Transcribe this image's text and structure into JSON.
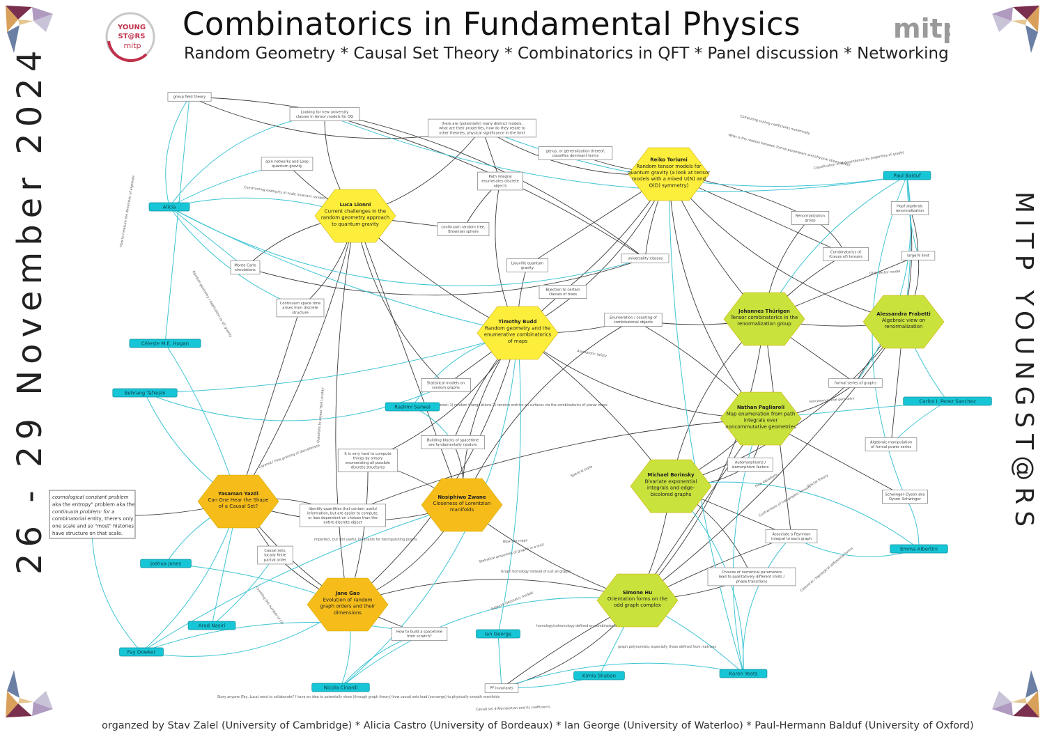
{
  "header": {
    "title": "Combinatorics in Fundamental Physics",
    "subtitle": "Random Geometry * Causal Set Theory * Combinatorics in QFT * Panel discussion * Networking",
    "dates": "26 - 29 November 2024",
    "side_label": "MITP YOUNGST@RS"
  },
  "logos": {
    "left_lines": [
      "YOUNG",
      "ST@RS",
      "mitp"
    ],
    "right": "mitp"
  },
  "footer": {
    "text": "organzed by  Stav Zalel (University of Cambridge)  *  Alicia Castro (University of Bordeaux)   *  Ian George (University of Waterloo)  *  Paul-Hermann Balduf (University of Oxford)"
  },
  "colors": {
    "hex_yellow": "#fcee3a",
    "hex_orange": "#f6bd1a",
    "hex_lime": "#c9e23c",
    "person": "#17c6d6",
    "edge_dark": "#3a3a3a",
    "edge_cyan": "#3ec4d4"
  },
  "speakers": [
    {
      "title": "Reiko Toriumi",
      "lines": [
        "Random tensor models for",
        "quantum gravity (a look at tensor",
        "models with a mixed U(N) and",
        "O(D) symmetry)"
      ]
    },
    {
      "title": "Luca Lionni",
      "lines": [
        "Current challenges in the",
        "random geometry approach",
        "to quantum gravity"
      ]
    },
    {
      "title": "Timothy Budd",
      "lines": [
        "Random geometry and the",
        "enumerative combinatorics",
        "of maps"
      ]
    },
    {
      "title": "Johannes Thürigen",
      "lines": [
        "Tensor combinatorics in the",
        "renormalization group"
      ]
    },
    {
      "title": "Alessandra Frabetti",
      "lines": [
        "Algebraic view on",
        "renormalization"
      ]
    },
    {
      "title": "Nathan Pagliaroli",
      "lines": [
        "Map enumeration from path",
        "integrals over",
        "noncommutative geometries"
      ]
    },
    {
      "title": "Michael Borinsky",
      "lines": [
        "Bivariate exponential",
        "integrals and edge-",
        "bicolored graphs"
      ]
    },
    {
      "title": "Simone Hu",
      "lines": [
        "Orientation forms on the",
        "odd graph complex"
      ]
    },
    {
      "title": "Yasaman Yazdi",
      "lines": [
        "Can One Hear the Shape",
        "of a Causal Set?"
      ]
    },
    {
      "title": "Nosiphiwo Zwane",
      "lines": [
        "Closeness of Lorentzian",
        "manifolds"
      ]
    },
    {
      "title": "Jane Gao",
      "lines": [
        "Evolution of random",
        "graph orders and their",
        "dimensions"
      ]
    }
  ],
  "people": [
    "Alicia",
    "Paul Balduf",
    "Céleste M.E. Hogan",
    "Behrang Tafreshi",
    "Rashmi Sarwal",
    "Carlos I. Perez Sanchez",
    "Emma Albertini",
    "Joshua Jones",
    "Arad Nasiri",
    "Fay Dowker",
    "Ian George",
    "Nicola Cinardi",
    "Kimia Shaban",
    "Karen Yeats"
  ],
  "topic_boxes": [
    [
      "group field theory"
    ],
    [
      "Looking for new university",
      "classes in tensor models for QG"
    ],
    [
      "there are (potentially) many distinct models.",
      "what are their properties, how do they relate to",
      "other theories, physical significance in the limit"
    ],
    [
      "genus, or generalization thereof,",
      "classifies dominant terms"
    ],
    [
      "spin networks and Loop",
      "quantum gravity"
    ],
    [
      "Path integral",
      "enumerates discrete",
      "objects"
    ],
    [
      "continuum random tree,",
      "Brownian sphere"
    ],
    [
      "Monte Carlo",
      "simulations"
    ],
    [
      "Liouville quantum",
      "gravity"
    ],
    [
      "universality classes"
    ],
    [
      "Renormalization",
      "group"
    ],
    [
      "Hopf algebraic",
      "renormalization"
    ],
    [
      "Combinatorics of",
      "(traces of) tensors"
    ],
    [
      "large N limit"
    ],
    [
      "Bijection to certain",
      "classes of trees"
    ],
    [
      "Continuum space time",
      "arises from discrete",
      "structure"
    ],
    [
      "Enumeration / counting of",
      "combinatorial objects"
    ],
    [
      "Statistical models on",
      "random graphs"
    ],
    [
      "Building blocks of spacetime",
      "are fundamentally random"
    ],
    [
      "It is very hard to compute",
      "things by simply",
      "enumerating all possible",
      "discrete structures"
    ],
    [
      "formal series of graphs"
    ],
    [
      "Algebraic manipulation",
      "of formal power series"
    ],
    [
      "Automorphisms /",
      "isomorphism factors"
    ],
    [
      "Schwinger–Dyson aka",
      "Dyson–Schwinger"
    ],
    [
      "Associate a Feynman",
      "integral to each graph"
    ],
    [
      "Choices of numerical parameters",
      "lead to qualitatively different limits /",
      "phase transitions"
    ],
    [
      "Identify quantities that contain useful",
      "information, but are easier to compute,",
      "or less dependent on choices than the",
      "entire discrete object"
    ],
    [
      "Causal sets,",
      "locally finite",
      "partial order"
    ],
    [
      "How to build a spacetime",
      "from scratch?"
    ],
    [
      "PF invariants"
    ]
  ],
  "big_box": {
    "lines": [
      "cosmological constant problem",
      "aka the entropy\" problem aka the",
      "continuum problem: for a",
      "combinatorial entity, there's only",
      "one scale and so \"most\" histories",
      "have structure on that scale."
    ]
  },
  "edge_labels": [
    "Computing scaling coefficients numerically",
    "What is the relation between formal parameters and physical observables?",
    "Classification of N-dependence by properties of graphs",
    "Constructing examples of scale invariant random geometries in higher dimensions",
    "How to measure the dimension of algebraic",
    "Random geometry / Application to QT gravity",
    "O(N) vector model",
    "Asymptotic safety",
    "noncommutative geometry",
    "Interest: 1) random triangulations 2) random metrics on surfaces via the combinatorics of planar maps",
    "imperfect, but still useful, invariants for distinguishing posets",
    "Spectral triple",
    "Statistical properties of graphs in a limit",
    "Bipartite maps",
    "Graph homology instead of just all graphs",
    "Network Geometry models",
    "homology/cohomology defined on combinatorial objects",
    "graph polynomials, especially those defined from matrices",
    "Canonical / topological differential forms",
    "Causal set d'Alembertian and its coefficients",
    "Story anyone (Fay, Luca) want to collaborate? I have an idea to potentially show (through graph theory) how causal sets lead (converge) to physically smooth manifolds",
    "Counting the number of CS",
    "Layered / Fine graining of discreteness",
    "Questions to assess 'Bell Locality'",
    "Contractions of holographic tensors",
    "Flow equations",
    "Fractal theory"
  ]
}
